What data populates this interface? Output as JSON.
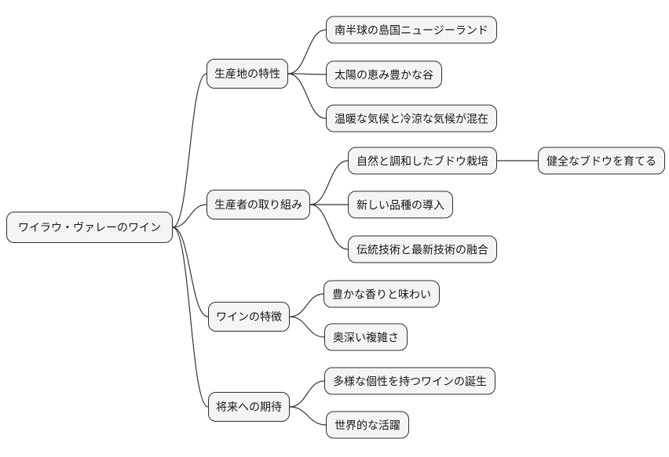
{
  "diagram": {
    "type": "mindmap",
    "orientation": "left-to-right",
    "colors": {
      "background": "#ffffff",
      "node_fill": "#f4f4f4",
      "node_border": "#2e2e2e",
      "edge": "#333333"
    },
    "root": {
      "id": "root",
      "label": "ワイラウ・ヴァレーのワイン",
      "children": [
        {
          "id": "b1",
          "label": "生産地の特性",
          "children": [
            {
              "id": "b1c1",
              "label": "南半球の島国ニュージーランド"
            },
            {
              "id": "b1c2",
              "label": "太陽の恵み豊かな谷"
            },
            {
              "id": "b1c3",
              "label": "温暖な気候と冷涼な気候が混在"
            }
          ]
        },
        {
          "id": "b2",
          "label": "生産者の取り組み",
          "children": [
            {
              "id": "b2c1",
              "label": "自然と調和したブドウ栽培",
              "children": [
                {
                  "id": "b2c1g1",
                  "label": "健全なブドウを育てる"
                }
              ]
            },
            {
              "id": "b2c2",
              "label": "新しい品種の導入"
            },
            {
              "id": "b2c3",
              "label": "伝統技術と最新技術の融合"
            }
          ]
        },
        {
          "id": "b3",
          "label": "ワインの特徴",
          "children": [
            {
              "id": "b3c1",
              "label": "豊かな香りと味わい"
            },
            {
              "id": "b3c2",
              "label": "奥深い複雑さ"
            }
          ]
        },
        {
          "id": "b4",
          "label": "将来への期待",
          "children": [
            {
              "id": "b4c1",
              "label": "多様な個性を持つワインの誕生"
            },
            {
              "id": "b4c2",
              "label": "世界的な活躍"
            }
          ]
        }
      ]
    }
  }
}
